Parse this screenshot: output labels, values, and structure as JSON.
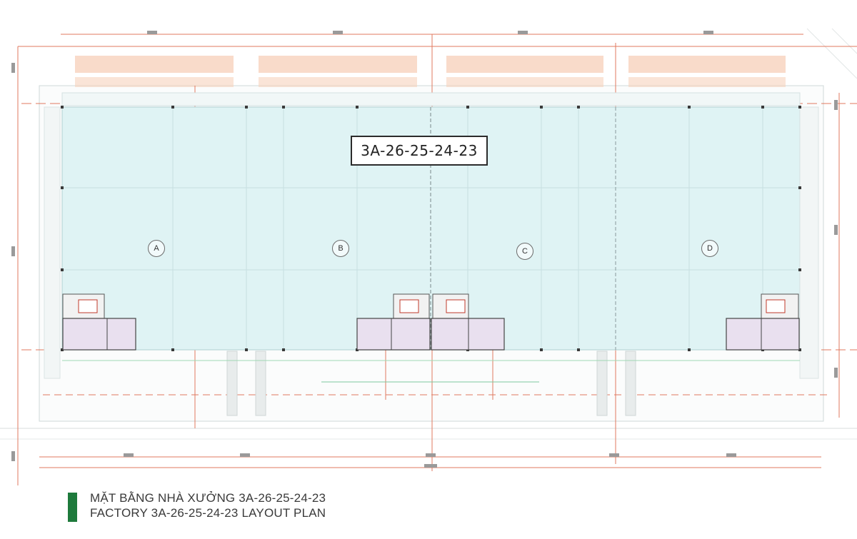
{
  "plan": {
    "building_code": "3A-26-25-24-23",
    "zones": [
      "A",
      "B",
      "C",
      "D"
    ]
  },
  "caption": {
    "title_vi": "MẶT BẰNG NHÀ XƯỞNG 3A-26-25-24-23",
    "title_en": "FACTORY 3A-26-25-24-23 LAYOUT PLAN"
  },
  "colors": {
    "floor": "#dff3f4",
    "dimension_line": "#e07a5f",
    "office": "#e9e0ef",
    "parking": "#f7d2bd",
    "caption_bar": "#1e7a3c"
  }
}
